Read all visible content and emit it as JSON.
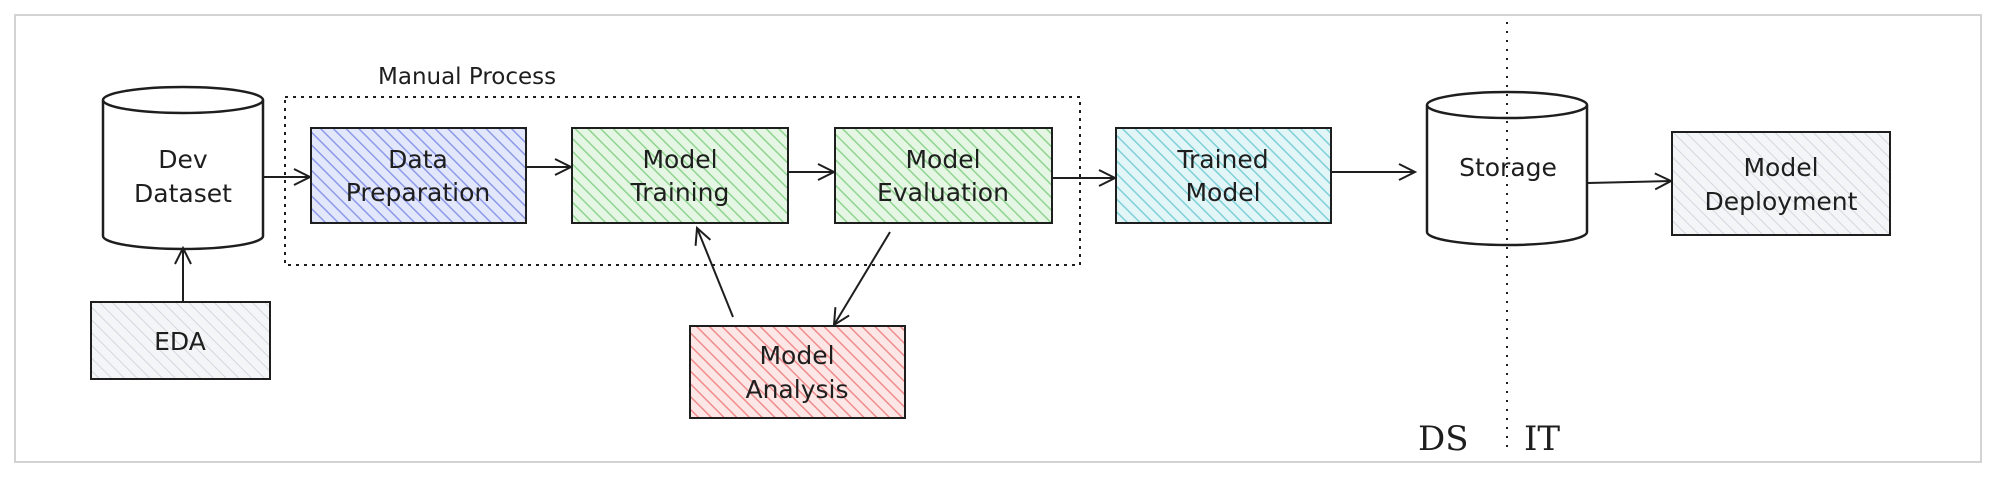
{
  "diagram": {
    "group_label": "Manual Process",
    "nodes": {
      "dev_dataset": [
        "Dev",
        "Dataset"
      ],
      "eda": [
        "EDA"
      ],
      "data_preparation": [
        "Data",
        "Preparation"
      ],
      "model_training": [
        "Model",
        "Training"
      ],
      "model_evaluation": [
        "Model",
        "Evaluation"
      ],
      "model_analysis": [
        "Model",
        "Analysis"
      ],
      "trained_model": [
        "Trained",
        "Model"
      ],
      "storage": [
        "Storage"
      ],
      "model_deployment": [
        "Model",
        "Deployment"
      ]
    },
    "zones": {
      "left": "DS",
      "right": "IT"
    },
    "colors": {
      "data_preparation": "#8c9ae8",
      "model_training": "#8fd48f",
      "model_evaluation": "#8fd48f",
      "model_analysis": "#f08c8c",
      "trained_model": "#7fd0d8",
      "eda": "#c9ced6",
      "model_deployment": "#c9ced6",
      "stroke": "#1e1e1e"
    }
  }
}
